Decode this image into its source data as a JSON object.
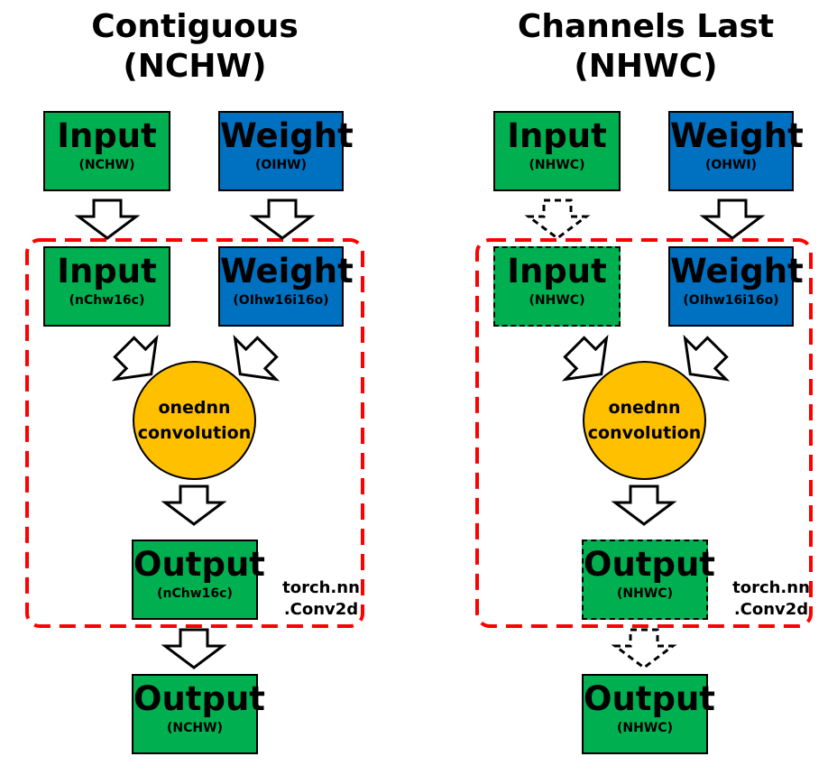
{
  "left": {
    "title": "Contiguous\n(NCHW)",
    "input": {
      "main": "Input",
      "sub": "(NCHW)"
    },
    "weight": {
      "main": "Weight",
      "sub": "(OIHW)"
    },
    "inner_input": {
      "main": "Input",
      "sub": "(nChw16c)"
    },
    "inner_weight": {
      "main": "Weight",
      "sub": "(OIhw16i16o)"
    },
    "conv": "onednn\nconvolution",
    "inner_output": {
      "main": "Output",
      "sub": "(nChw16c)"
    },
    "module": "torch.nn\n.Conv2d",
    "output": {
      "main": "Output",
      "sub": "(NCHW)"
    }
  },
  "right": {
    "title": "Channels Last\n(NHWC)",
    "input": {
      "main": "Input",
      "sub": "(NHWC)"
    },
    "weight": {
      "main": "Weight",
      "sub": "(OHWI)"
    },
    "inner_input": {
      "main": "Input",
      "sub": "(NHWC)"
    },
    "inner_weight": {
      "main": "Weight",
      "sub": "(OIhw16i16o)"
    },
    "conv": "onednn\nconvolution",
    "inner_output": {
      "main": "Output",
      "sub": "(NHWC)"
    },
    "module": "torch.nn\n.Conv2d",
    "output": {
      "main": "Output",
      "sub": "(NHWC)"
    }
  },
  "colors": {
    "input_fill": "#00b050",
    "weight_fill": "#0070c0",
    "conv_fill": "#ffc000",
    "module_border": "#ff0000"
  }
}
